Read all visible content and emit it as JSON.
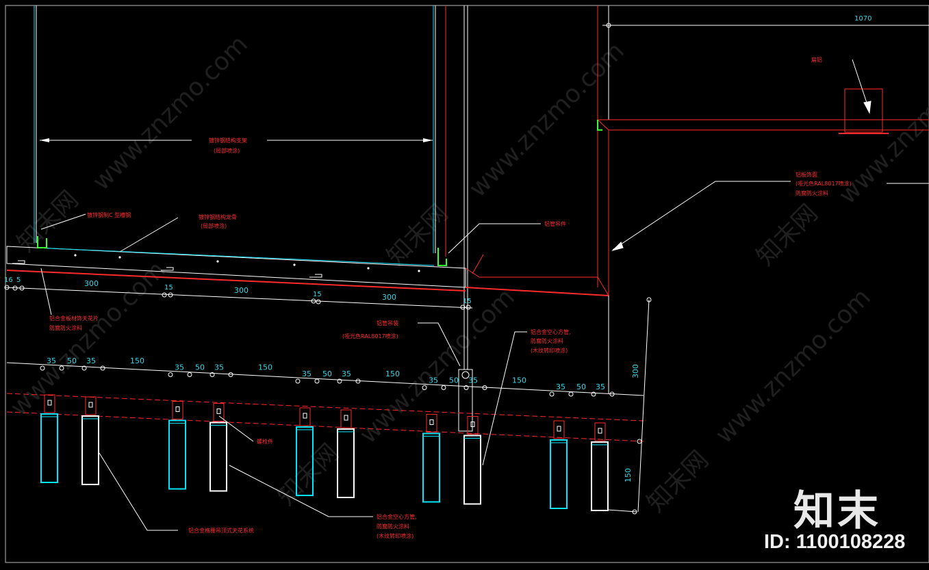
{
  "dimensions": {
    "top_width": "1070",
    "span_a": "300",
    "span_b": "300",
    "span_c": "300",
    "s15": "15",
    "s16": "16",
    "s5": "5",
    "v300": "300",
    "v150": "150",
    "group": [
      "35",
      "50",
      "35",
      "150"
    ]
  },
  "labels": {
    "top_right_note": "扁铝",
    "right_note_1": "铝板饰面",
    "right_note_2": "(哑光色RAL8017喷涂)",
    "right_note_3": "防腐防火涂料",
    "steel_tube_1": "镀锌钢结构支架",
    "steel_tube_2": "(局部喷涂)",
    "c_channel": "镀锌钢制C 型槽钢",
    "keel_1": "镀锌钢结构龙骨",
    "keel_2": "(局部喷涂)",
    "hanger": "铝管吊件",
    "panel_1": "铝合金板材饰天花片",
    "panel_2": "防腐防火涂料",
    "mid_1": "铝管吊装",
    "mid_2": "(哑光色RAL8017喷涂)",
    "tube_note_1": "铝合金空心方管,",
    "tube_note_2": "防腐防火涂料",
    "tube_note_3": "(木纹转印喷涂)",
    "connector": "螺栓件",
    "bottom_note": "铝合金格栅吊顶式天花系统",
    "bottom_mid_1": "铝合金空心方管,",
    "bottom_mid_2": "防腐防火涂料",
    "bottom_mid_3": "(木纹转印喷涂)"
  },
  "watermark": {
    "text": "www.znzmo.com",
    "text_cn": "知末网",
    "brand": "知末",
    "id": "ID: 1100108228"
  },
  "colors": {
    "background": "#000000",
    "cyan": "#00e5ff",
    "red": "#ff2a2a",
    "white": "#ffffff",
    "green": "#33ff33",
    "label_red": "#ff3030",
    "dim_cyan": "#35d6e8"
  }
}
